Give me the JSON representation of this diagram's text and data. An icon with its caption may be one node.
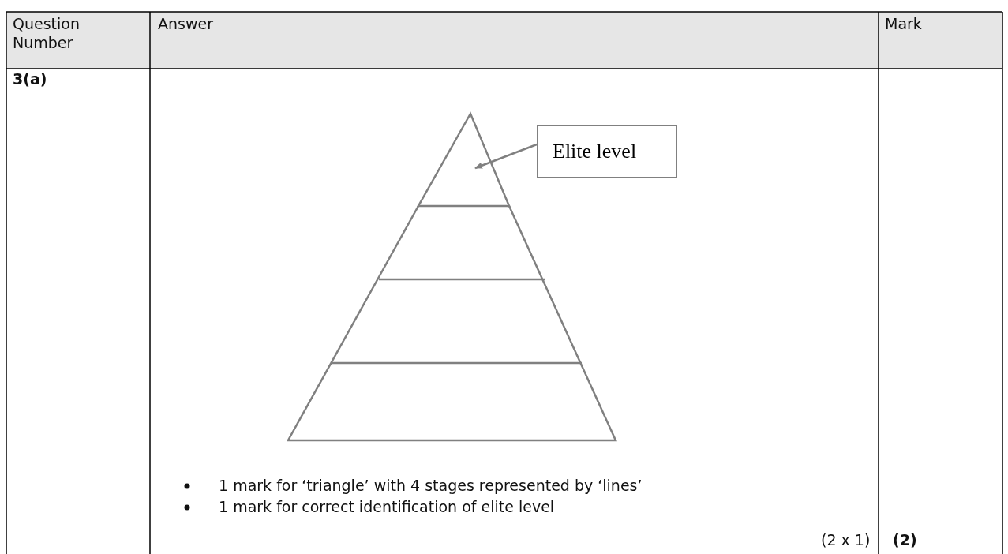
{
  "diagram": {
    "nodes": [
      {
        "text": [
          "Elite level"
        ]
      },
      {
        "text": [],
        "shape": "triangle"
      }
    ],
    "edges": [
      {
        "from": 0,
        "to": 1,
        "arrow": "to"
      }
    ],
    "labels": [
      "Question Number",
      "Answer",
      "Mark",
      "3(a)",
      "1 mark for ‘triangle’ with 4 stages represented by ‘lines’",
      "1 mark for correct identification of elite level",
      "(2 x 1)",
      "(2)"
    ]
  }
}
